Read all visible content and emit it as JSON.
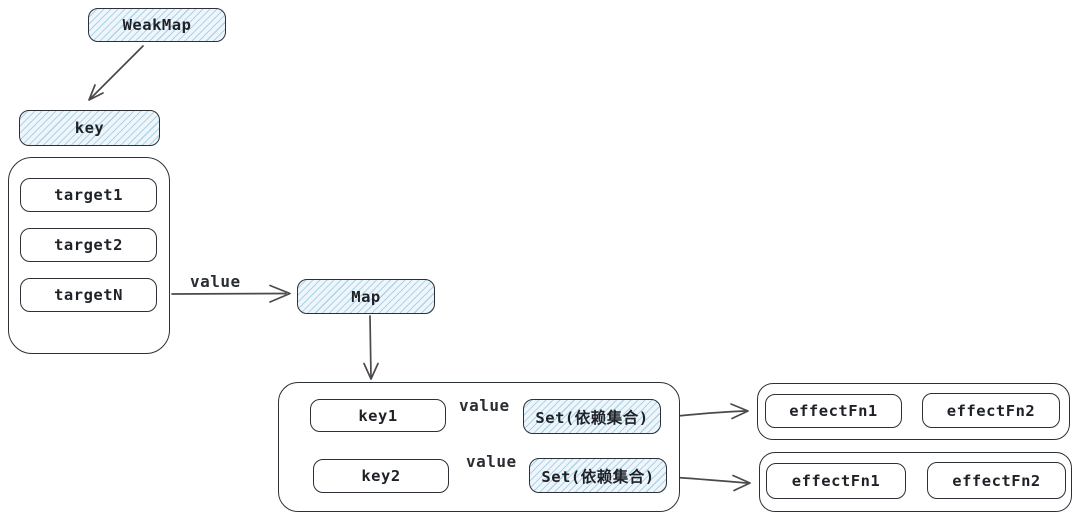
{
  "diagram": {
    "nodes": {
      "weakmap": "WeakMap",
      "key": "key",
      "target1": "target1",
      "target2": "target2",
      "targetN": "targetN",
      "map": "Map",
      "key1": "key1",
      "key2": "key2",
      "set1": "Set(依赖集合)",
      "set2": "Set(依赖集合)",
      "effect_a1": "effectFn1",
      "effect_a2": "effectFn2",
      "effect_b1": "effectFn1",
      "effect_b2": "effectFn2"
    },
    "edge_labels": {
      "targetN_to_map": "value",
      "key1_to_set1": "value",
      "key2_to_set2": "value"
    },
    "colors": {
      "node_fill_blue": "#eef6fb",
      "hatch_stroke": "#aed3e6",
      "border": "#2b3137",
      "arrow": "#4a4a4a",
      "text": "#1e2227",
      "background": "#ffffff"
    }
  }
}
